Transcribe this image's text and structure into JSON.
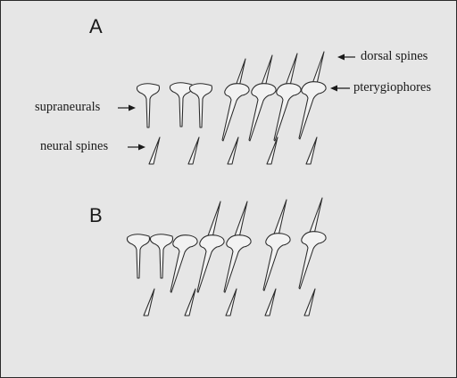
{
  "panels": {
    "a": {
      "letter": "A",
      "labels": {
        "dorsal_spines": "dorsal spines",
        "pterygiophores": "pterygiophores",
        "supraneurals": "supraneurals",
        "neural_spines": "neural spines"
      }
    },
    "b": {
      "letter": "B"
    }
  }
}
